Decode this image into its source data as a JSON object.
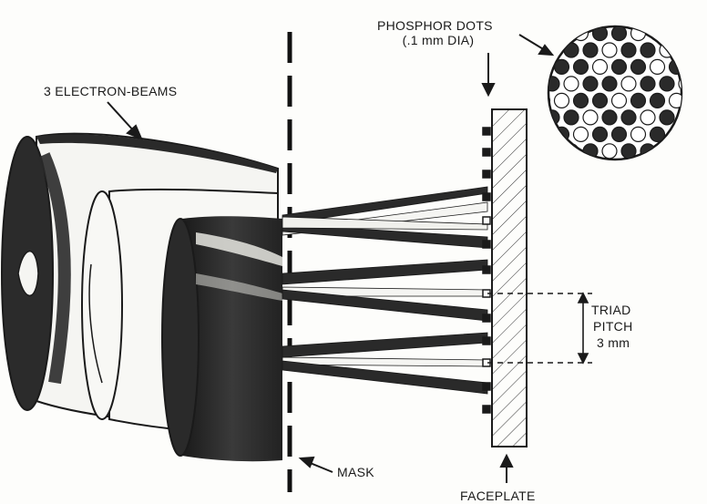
{
  "labels": {
    "electron_beams": "3 ELECTRON-BEAMS",
    "phosphor_dots_line1": "PHOSPHOR DOTS",
    "phosphor_dots_line2": "(.1 mm DIA)",
    "triad_line1": "TRIAD",
    "triad_line2": "PITCH",
    "triad_line3": "3 mm",
    "mask": "MASK",
    "faceplate": "FACEPLATE"
  },
  "colors": {
    "ink": "#1a1a1a",
    "dark_fill": "#2a2a2a",
    "mid_fill": "#444444",
    "paper": "#fdfdfb",
    "hatch": "#333333"
  }
}
